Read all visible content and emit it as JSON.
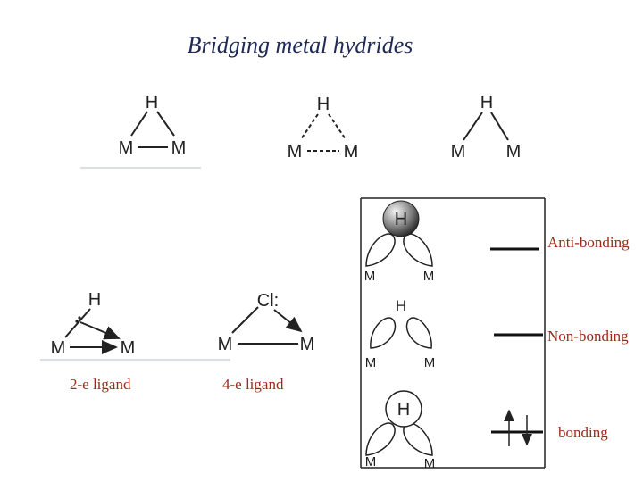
{
  "title": "Bridging metal hydrides",
  "atoms": {
    "hydrogen": "H",
    "metal": "M",
    "chloride": "Cl:"
  },
  "ligands": {
    "two_e": "2-e ligand",
    "four_e": "4-e ligand"
  },
  "mo_levels": {
    "anti": "Anti-bonding",
    "non": "Non-bonding",
    "bonding": "bonding"
  },
  "colors": {
    "title": "#1f2a56",
    "label": "#9b2a16",
    "line": "#222222"
  }
}
